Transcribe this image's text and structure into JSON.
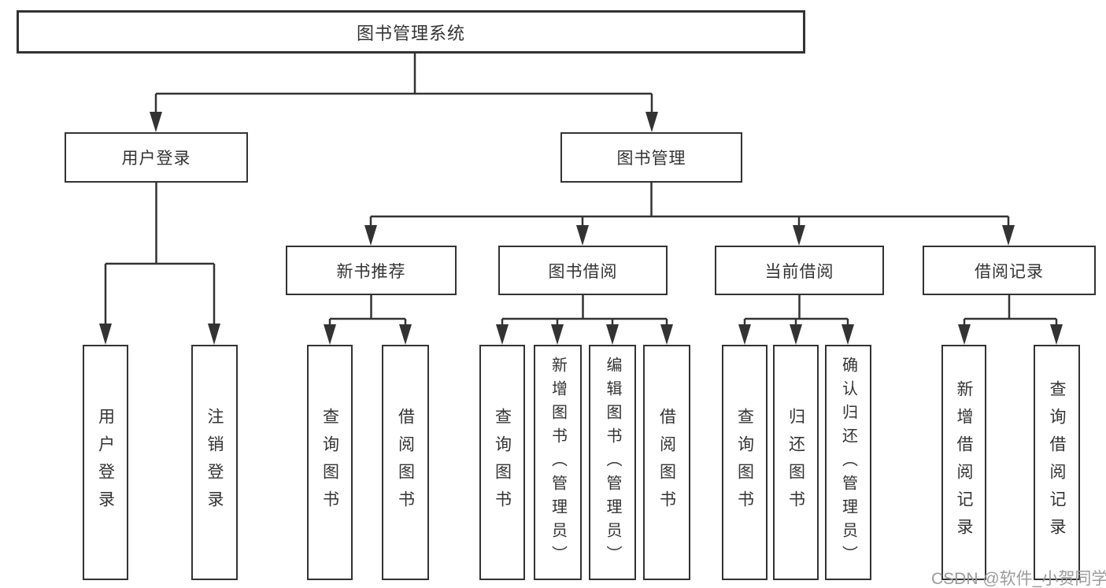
{
  "nodes": {
    "root": "图书管理系统",
    "user_login": "用户登录",
    "book_mgmt": "图书管理",
    "new_book_rec": "新书推荐",
    "book_borrow": "图书借阅",
    "current_borrow": "当前借阅",
    "borrow_records": "借阅记录",
    "leaf_user_login": "用户登录",
    "leaf_logout": "注销登录",
    "leaf_nb_query": "查询图书",
    "leaf_nb_borrow": "借阅图书",
    "leaf_bb_query": "查询图书",
    "leaf_bb_add": "新增图书（管理员）",
    "leaf_bb_edit": "编辑图书（管理员）",
    "leaf_bb_borrow": "借阅图书",
    "leaf_cb_query": "查询图书",
    "leaf_cb_return": "归还图书",
    "leaf_cb_confirm": "确认归还（管理员）",
    "leaf_br_add": "新增借阅记录",
    "leaf_br_query": "查询借阅记录"
  },
  "watermark": "CSDN @软件_小贺同学",
  "colors": {
    "line": "#333333",
    "text": "#333333",
    "watermark": "#9b9b9b",
    "background": "#ffffff"
  }
}
